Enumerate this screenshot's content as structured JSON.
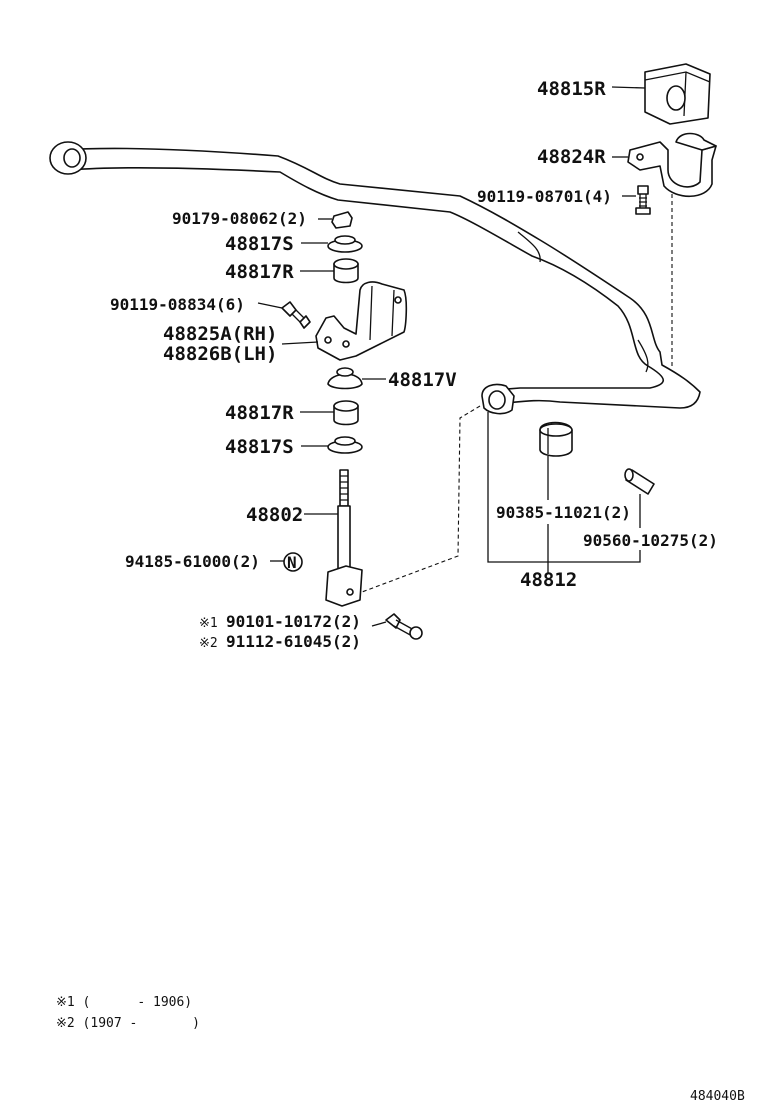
{
  "labels": {
    "p48815R": "48815R",
    "p48824R": "48824R",
    "p90119_08701": "90119-08701(4)",
    "p90179_08062": "90179-08062(2)",
    "p48817S_top": "48817S",
    "p48817R_top": "48817R",
    "p90119_08834": "90119-08834(6)",
    "p48825A": "48825A(RH)",
    "p48826B": "48826B(LH)",
    "p48817V": "48817V",
    "p48817R_bot": "48817R",
    "p48817S_bot": "48817S",
    "p48802": "48802",
    "p94185": "94185-61000(2)",
    "p94185_symbol": "N",
    "p90385": "90385-11021(2)",
    "p90560": "90560-10275(2)",
    "p48812": "48812",
    "p90101_mark": "※1",
    "p90101": "90101-10172(2)",
    "p91112_mark": "※2",
    "p91112": "91112-61045(2)"
  },
  "notes": {
    "note1": "※1 (      - 1906)",
    "note2": "※2 (1907 -       )"
  },
  "figure_id": "484040B"
}
